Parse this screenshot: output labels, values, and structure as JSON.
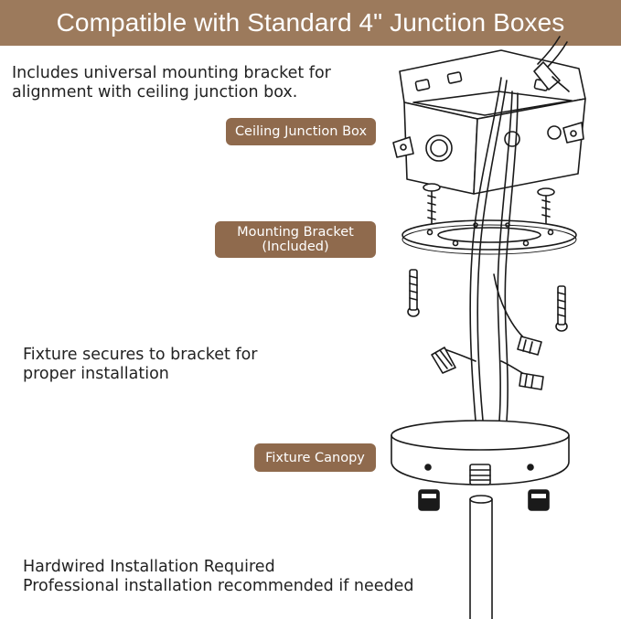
{
  "banner": {
    "title": "Compatible with Standard 4\" Junction Boxes"
  },
  "notes": {
    "bracket_line1": "Includes universal mounting bracket for",
    "bracket_line2": "alignment with ceiling junction box.",
    "secure_line1": "Fixture secures to bracket for",
    "secure_line2": "proper installation",
    "install_line1": "Hardwired Installation Required",
    "install_line2": "Professional installation recommended if needed"
  },
  "labels": {
    "junction_box": "Ceiling Junction Box",
    "bracket_line1": "Mounting Bracket",
    "bracket_line2": "(Included)",
    "canopy": "Fixture Canopy"
  },
  "colors": {
    "banner": "#9c7a5c",
    "tag": "#8f6a4d",
    "line_art": "#1a1a1a"
  }
}
